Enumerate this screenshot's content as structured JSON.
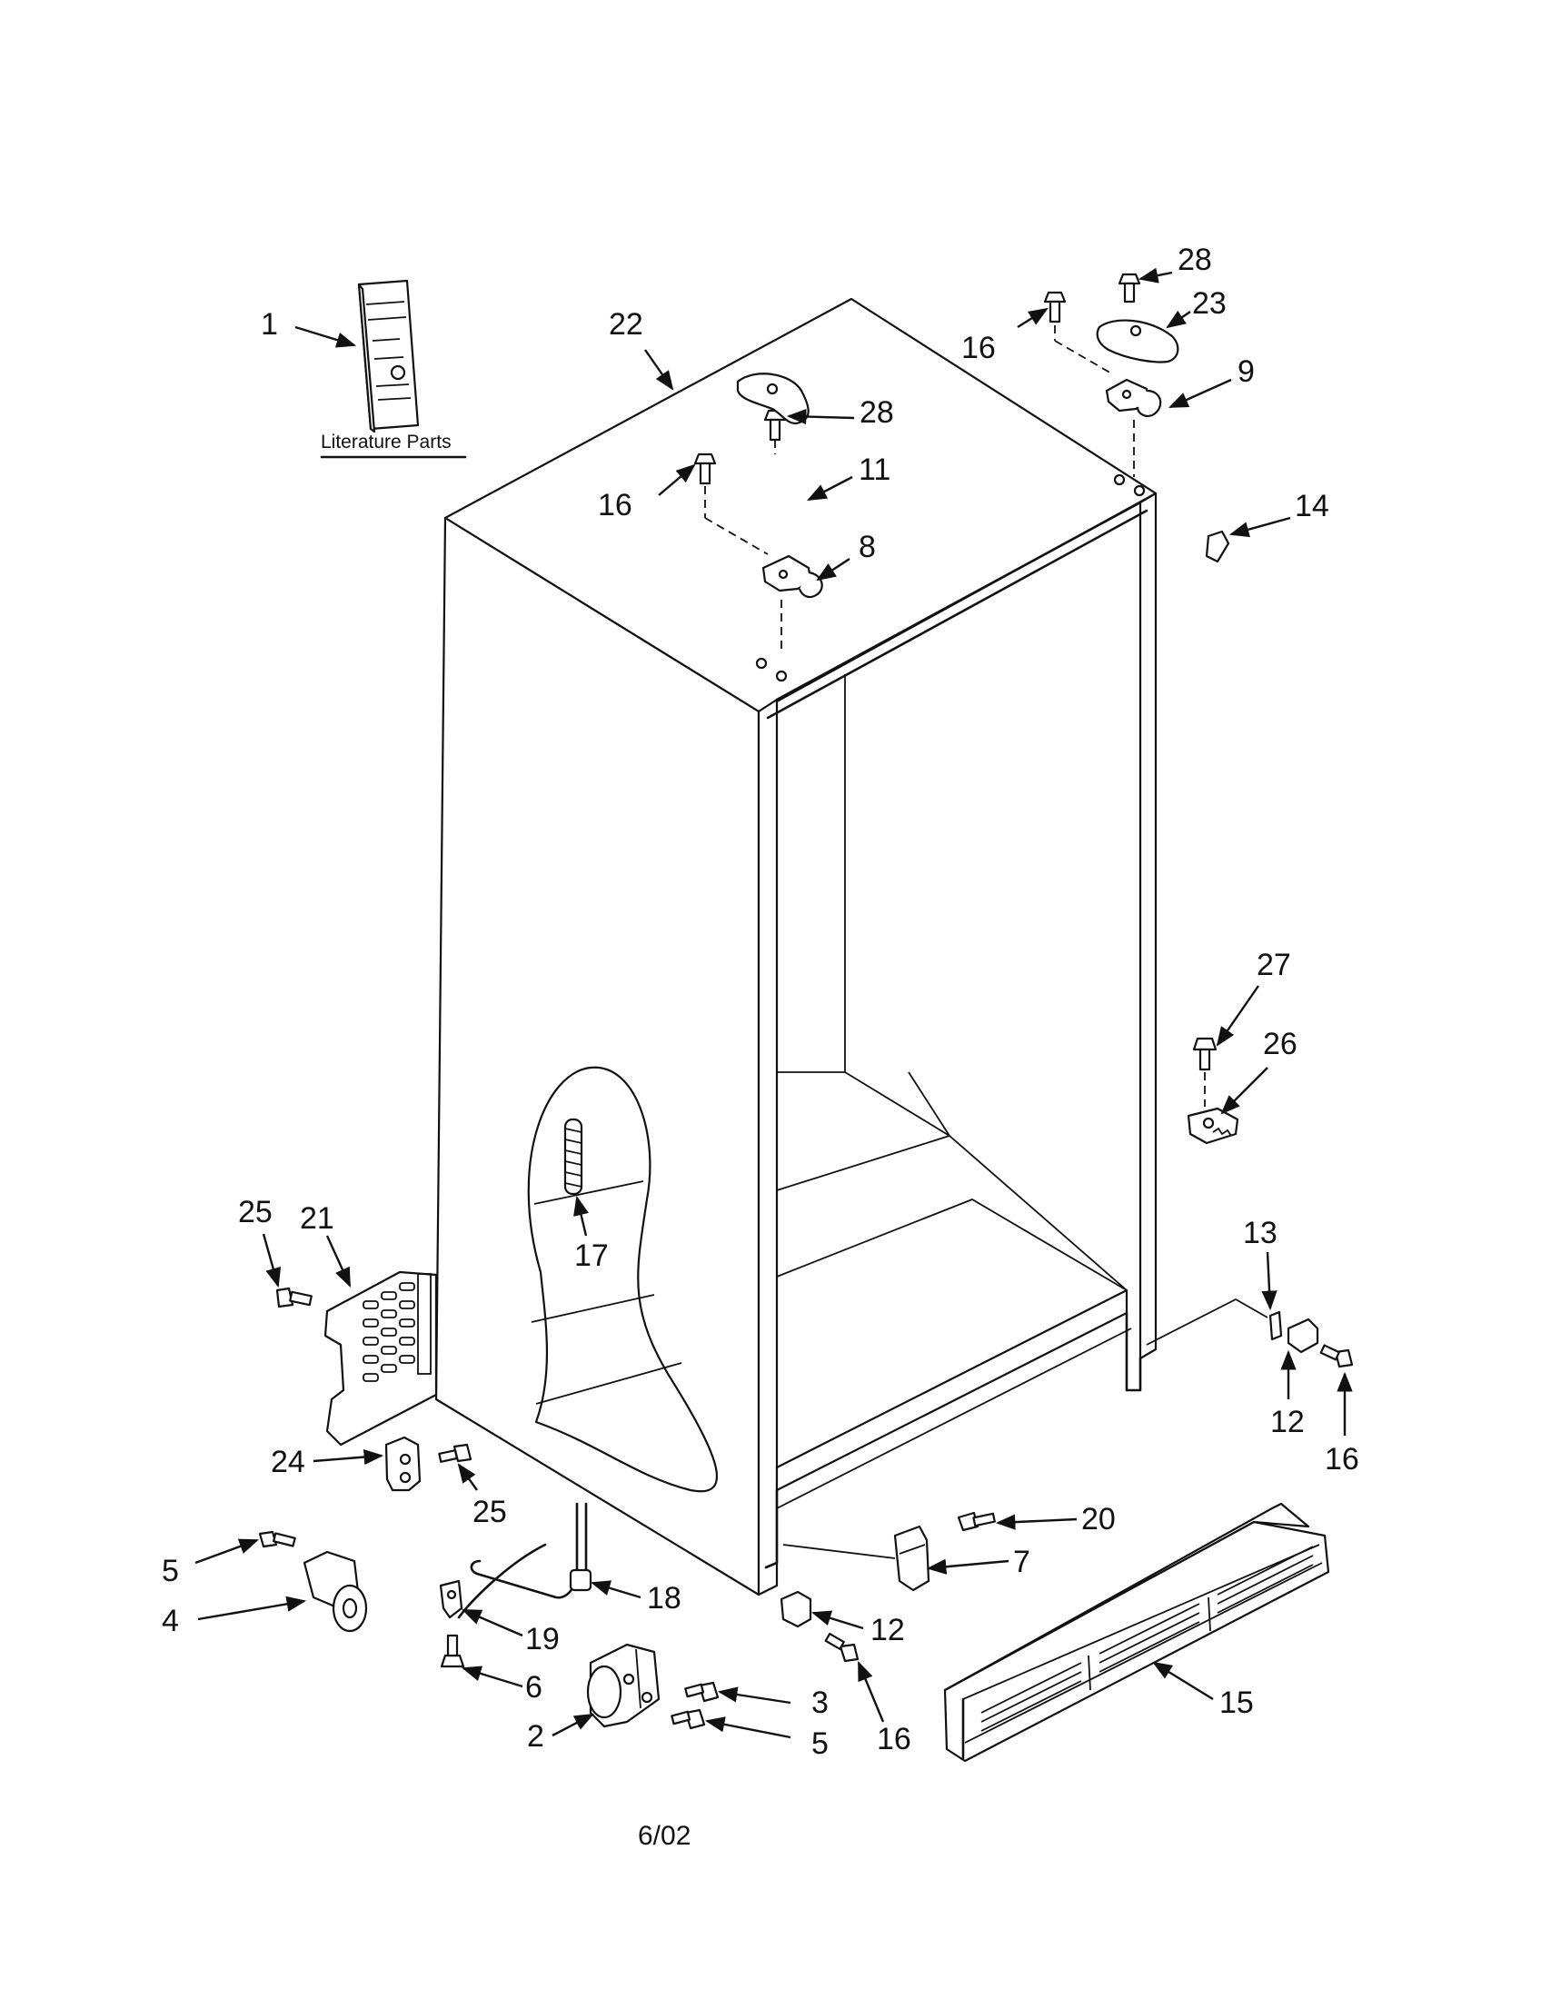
{
  "literature": {
    "caption": "Literature Parts"
  },
  "callouts": [
    {
      "id": "c1",
      "text": "1"
    },
    {
      "id": "c22",
      "text": "22"
    },
    {
      "id": "c28a",
      "text": "28"
    },
    {
      "id": "c16a",
      "text": "16"
    },
    {
      "id": "c23",
      "text": "23"
    },
    {
      "id": "c9",
      "text": "9"
    },
    {
      "id": "c28b",
      "text": "28"
    },
    {
      "id": "c11",
      "text": "11"
    },
    {
      "id": "c16b",
      "text": "16"
    },
    {
      "id": "c8",
      "text": "8"
    },
    {
      "id": "c14",
      "text": "14"
    },
    {
      "id": "c27",
      "text": "27"
    },
    {
      "id": "c26",
      "text": "26"
    },
    {
      "id": "c25a",
      "text": "25"
    },
    {
      "id": "c21",
      "text": "21"
    },
    {
      "id": "c17",
      "text": "17"
    },
    {
      "id": "c13",
      "text": "13"
    },
    {
      "id": "c12a",
      "text": "12"
    },
    {
      "id": "c16c",
      "text": "16"
    },
    {
      "id": "c24",
      "text": "24"
    },
    {
      "id": "c25b",
      "text": "25"
    },
    {
      "id": "c20",
      "text": "20"
    },
    {
      "id": "c7",
      "text": "7"
    },
    {
      "id": "c5a",
      "text": "5"
    },
    {
      "id": "c4",
      "text": "4"
    },
    {
      "id": "c18",
      "text": "18"
    },
    {
      "id": "c19",
      "text": "19"
    },
    {
      "id": "c12b",
      "text": "12"
    },
    {
      "id": "c6",
      "text": "6"
    },
    {
      "id": "c3",
      "text": "3"
    },
    {
      "id": "c2",
      "text": "2"
    },
    {
      "id": "c5b",
      "text": "5"
    },
    {
      "id": "c16d",
      "text": "16"
    },
    {
      "id": "c15",
      "text": "15"
    }
  ],
  "footer": {
    "date": "6/02"
  }
}
